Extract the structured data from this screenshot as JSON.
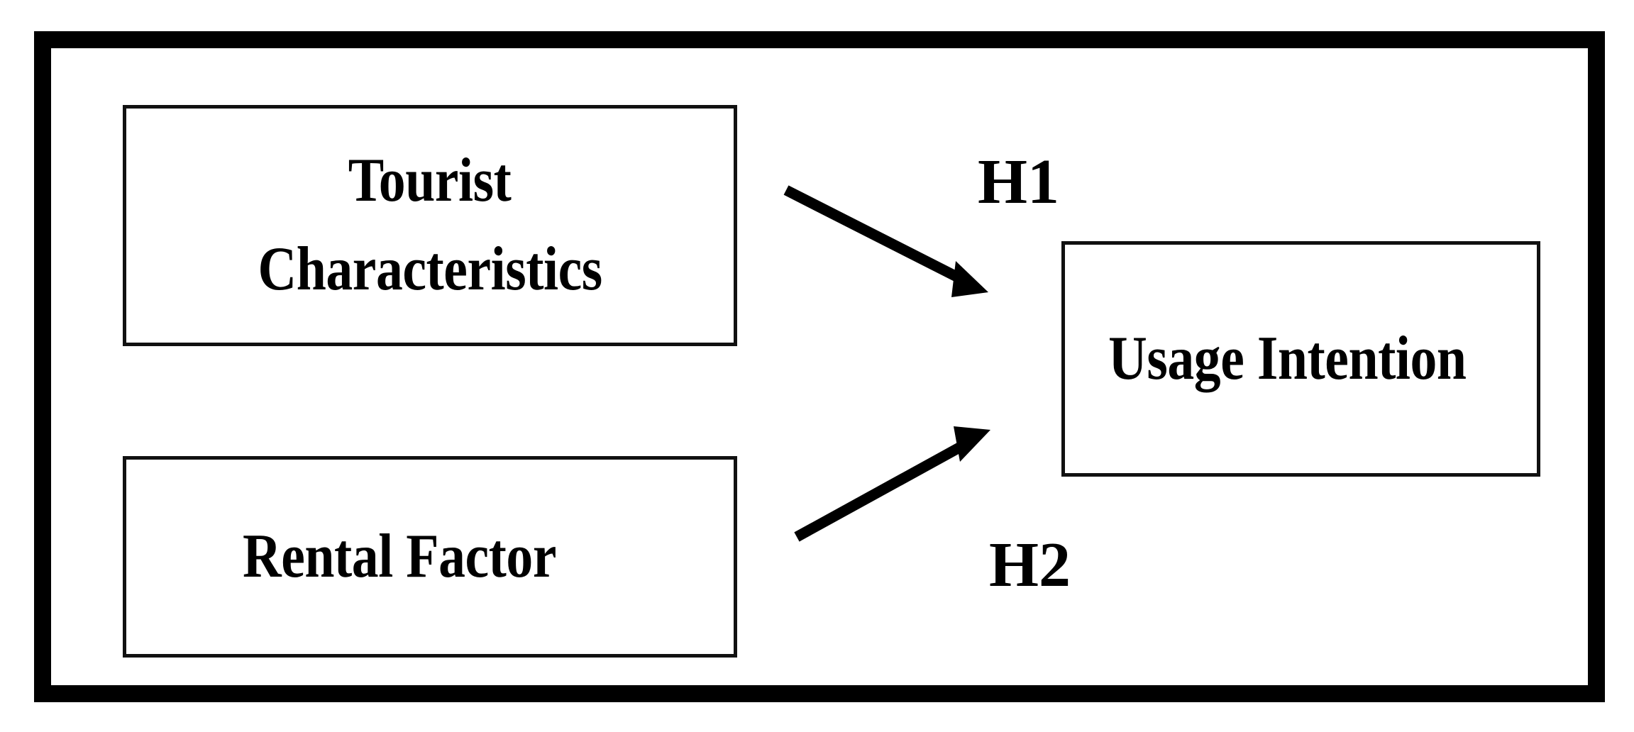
{
  "figure": {
    "type": "conceptual-framework-diagram",
    "background_color": "#ffffff",
    "stroke_color": "#000000"
  },
  "boxes": {
    "tourist_characteristics": {
      "line1": "Tourist",
      "line2": "Characteristics"
    },
    "rental_factor": {
      "label": "Rental Factor"
    },
    "usage_intention": {
      "label": "Usage Intention"
    }
  },
  "hypotheses": [
    {
      "id": "H1",
      "label": "H1",
      "from": "Tourist Characteristics",
      "to": "Usage Intention"
    },
    {
      "id": "H2",
      "label": "H2",
      "from": "Rental Factor",
      "to": "Usage Intention"
    }
  ]
}
